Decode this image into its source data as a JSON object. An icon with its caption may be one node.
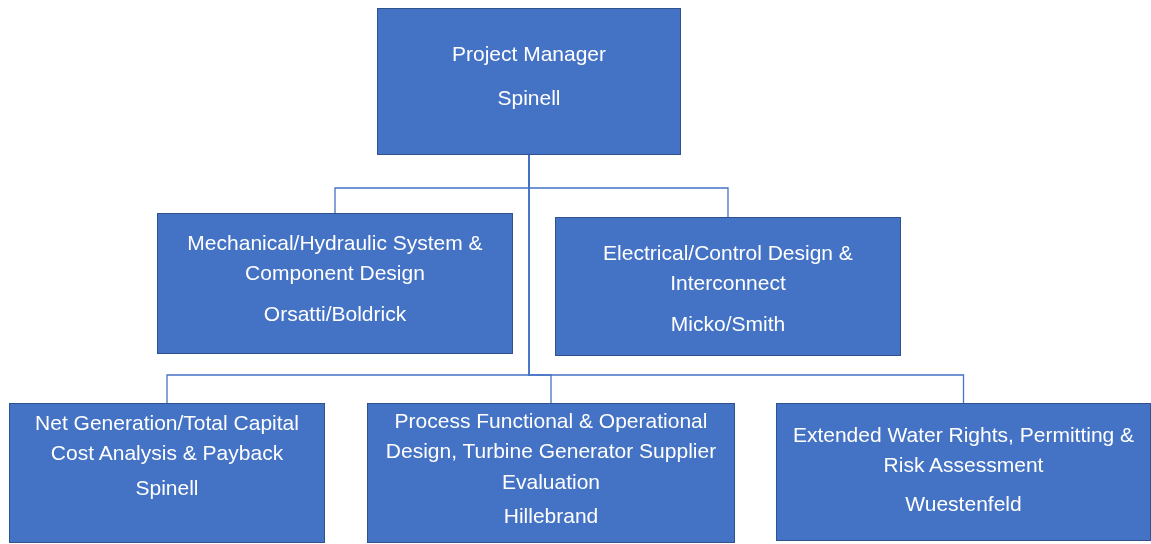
{
  "diagram": {
    "nodes": [
      {
        "text": [
          "Project Manager",
          "Spinell"
        ]
      },
      {
        "text": [
          "Mechanical/Hydraulic System & Component Design",
          "Orsatti/Boldrick"
        ]
      },
      {
        "text": [
          "Electrical/Control Design & Interconnect",
          "Micko/Smith"
        ]
      },
      {
        "text": [
          "Net Generation/Total Capital Cost Analysis & Payback",
          "Spinell"
        ]
      },
      {
        "text": [
          "Process Functional & Operational Design, Turbine Generator Supplier Evaluation",
          "Hillebrand"
        ]
      },
      {
        "text": [
          "Extended Water Rights, Permitting & Risk Assessment",
          "Wuestenfeld"
        ]
      }
    ],
    "edges": [
      {
        "from": 0,
        "to": 1,
        "arrow": "none"
      },
      {
        "from": 0,
        "to": 2,
        "arrow": "none"
      },
      {
        "from": 0,
        "to": 3,
        "arrow": "none"
      },
      {
        "from": 0,
        "to": 4,
        "arrow": "none"
      },
      {
        "from": 0,
        "to": 5,
        "arrow": "none"
      }
    ]
  }
}
